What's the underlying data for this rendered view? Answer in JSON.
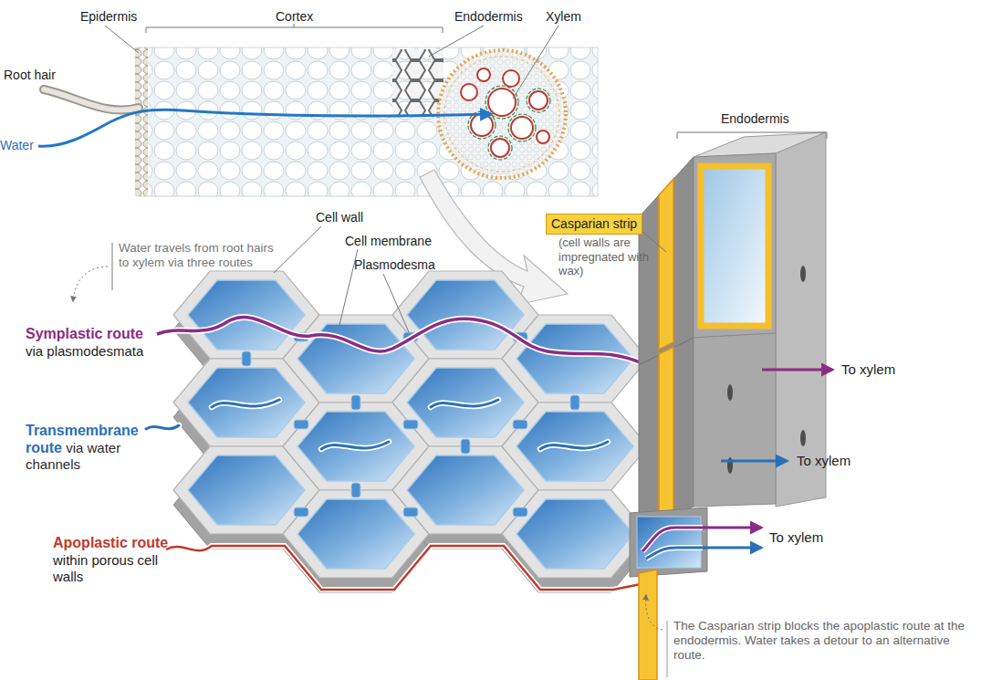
{
  "diagram": {
    "nodes": [
      {
        "text": [
          "Casparian strip"
        ]
      }
    ],
    "labels": [
      "Epidermis",
      "Cortex",
      "Endodermis",
      "Xylem",
      "Root hair",
      "Water",
      "Endodermis",
      "Cell wall",
      "Cell membrane",
      "Plasmodesma",
      "Water travels from root hairs to xylem via three routes",
      "Symplastic route",
      "via plasmodesmata",
      "Transmembrane route",
      "via water channels",
      "Apoplastic route",
      "within porous cell walls",
      "(cell walls are impregnated with wax)",
      "To xylem",
      "To xylem",
      "To xylem",
      "The Casparian strip blocks the apoplastic route at the endodermis. Water takes a detour to an alternative route."
    ]
  }
}
